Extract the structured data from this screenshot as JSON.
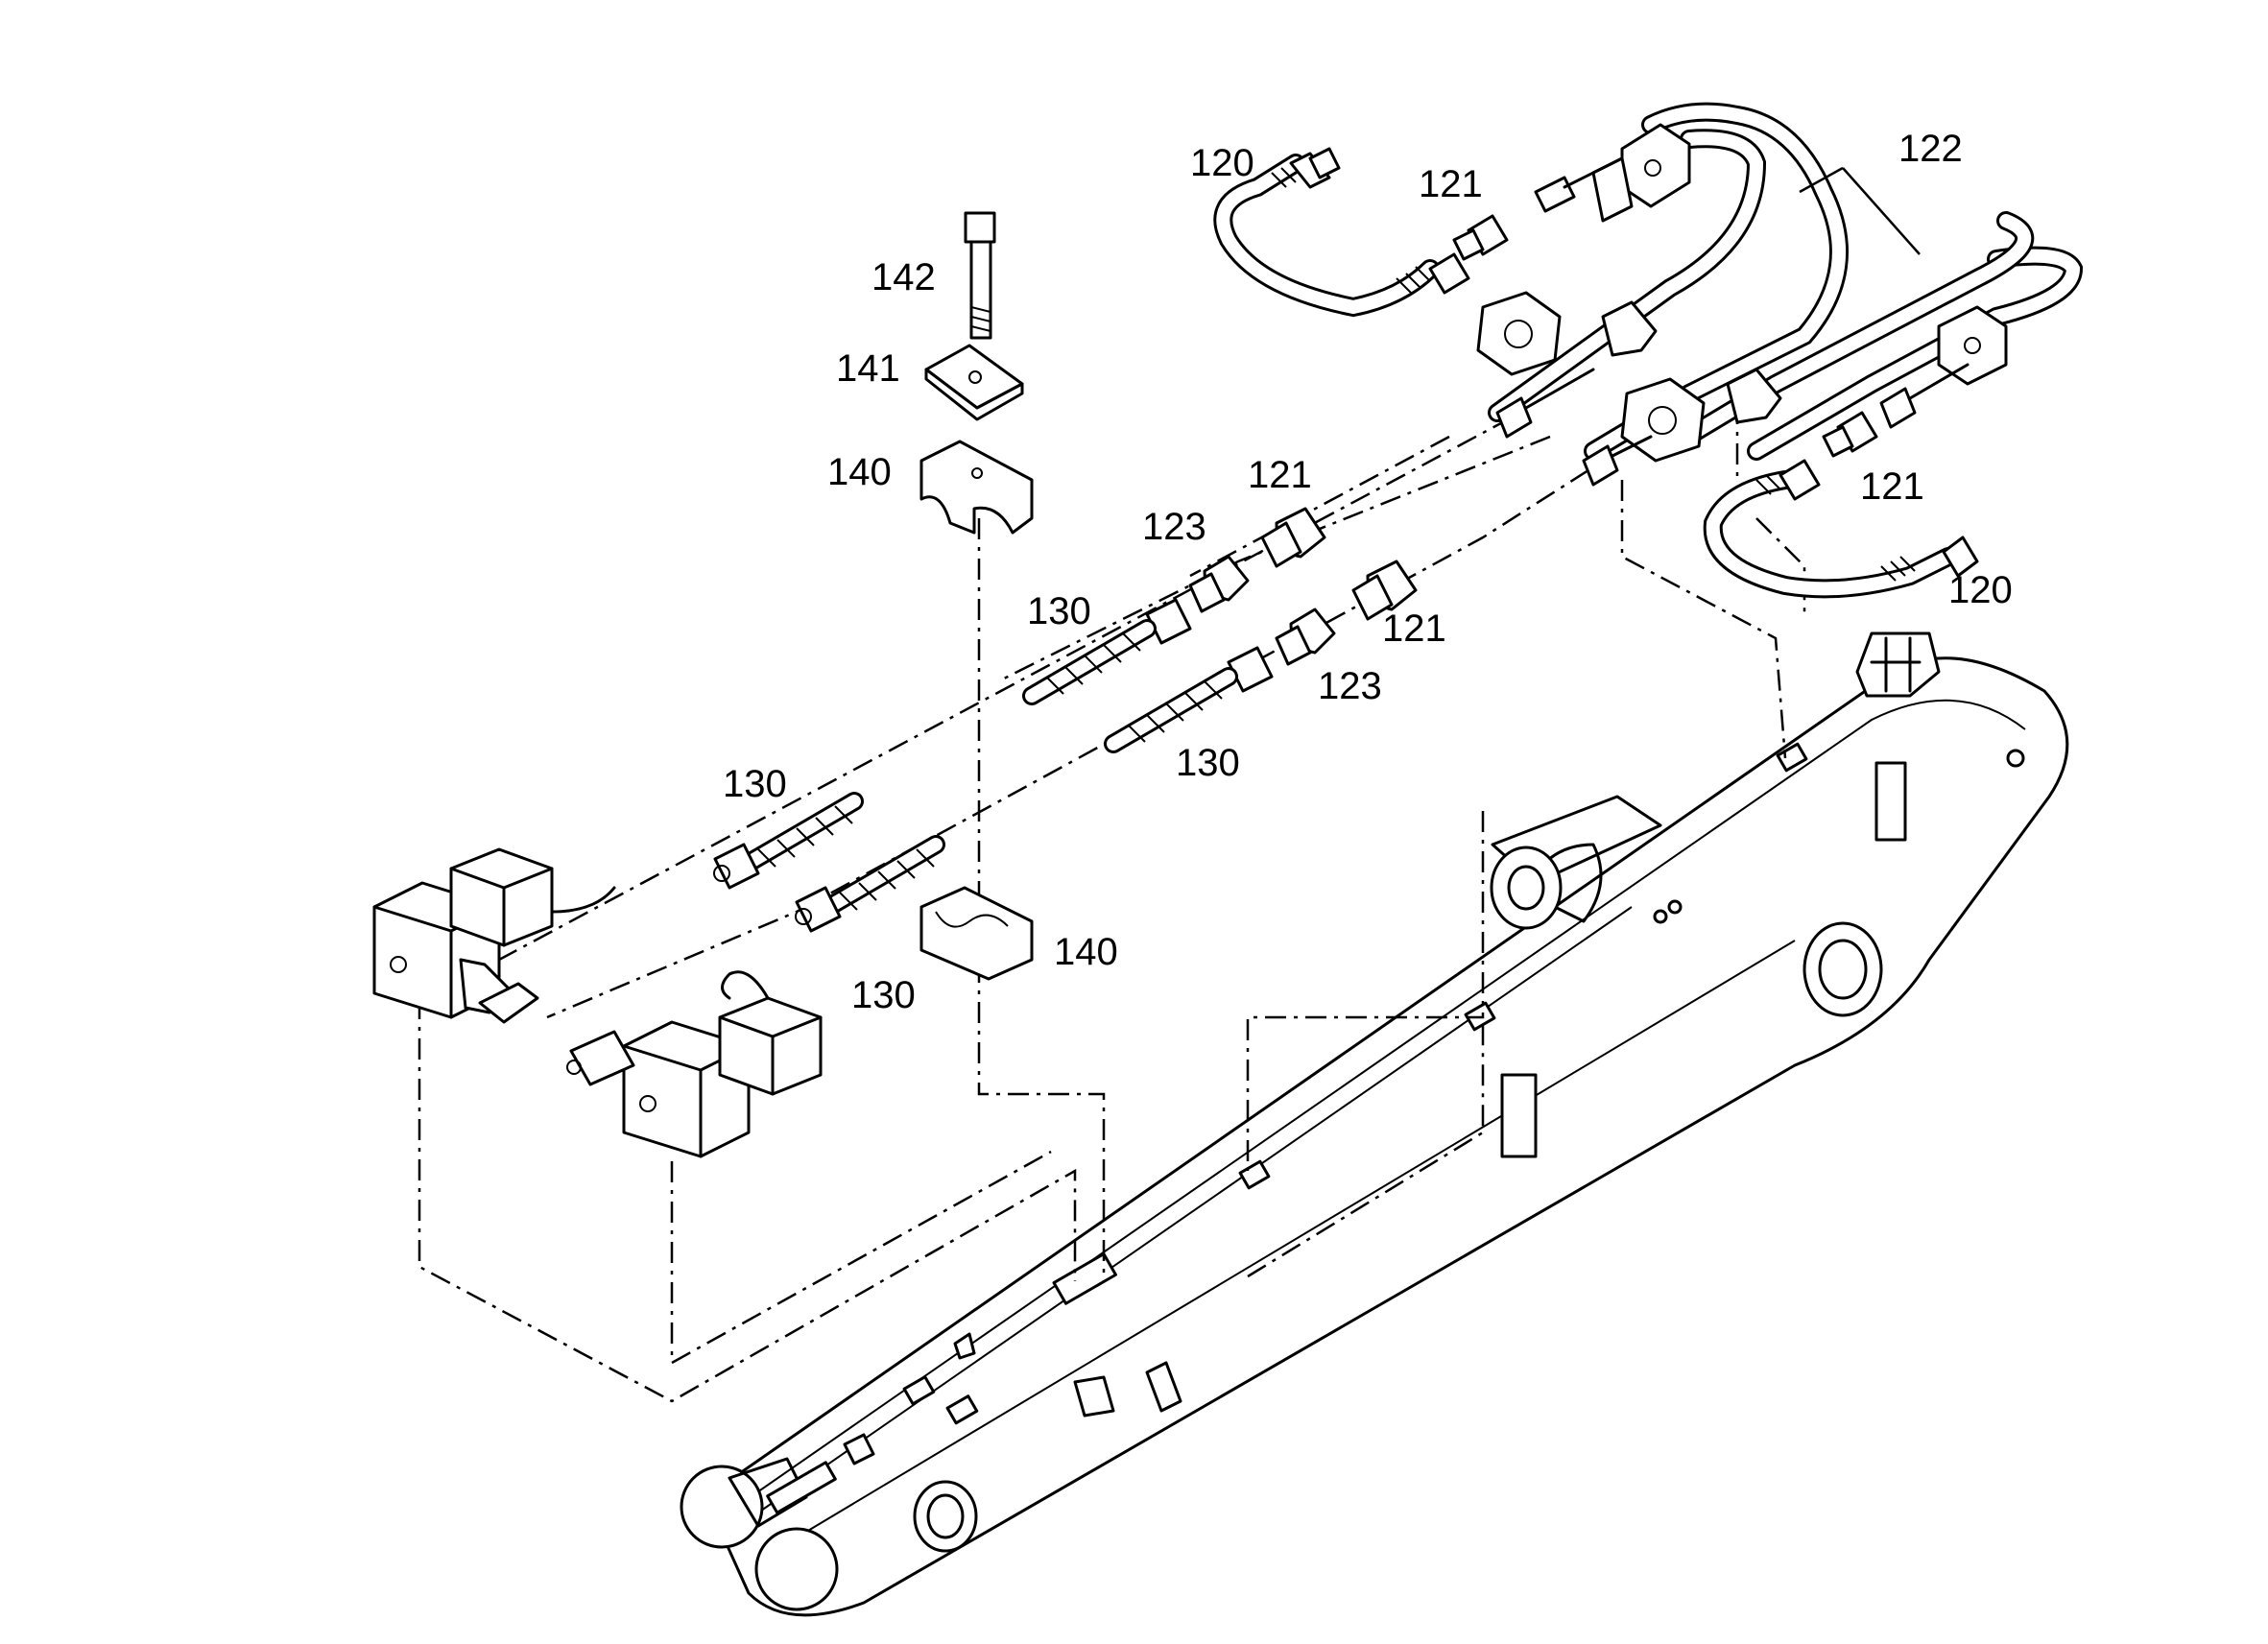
{
  "callouts": {
    "c120a": "120",
    "c120b": "120",
    "c121a": "121",
    "c121b": "121",
    "c121c": "121",
    "c121d": "121",
    "c122": "122",
    "c123a": "123",
    "c123b": "123",
    "c130a": "130",
    "c130b": "130",
    "c130c": "130",
    "c130d": "130",
    "c140a": "140",
    "c140b": "140",
    "c141": "141",
    "c142": "142"
  }
}
